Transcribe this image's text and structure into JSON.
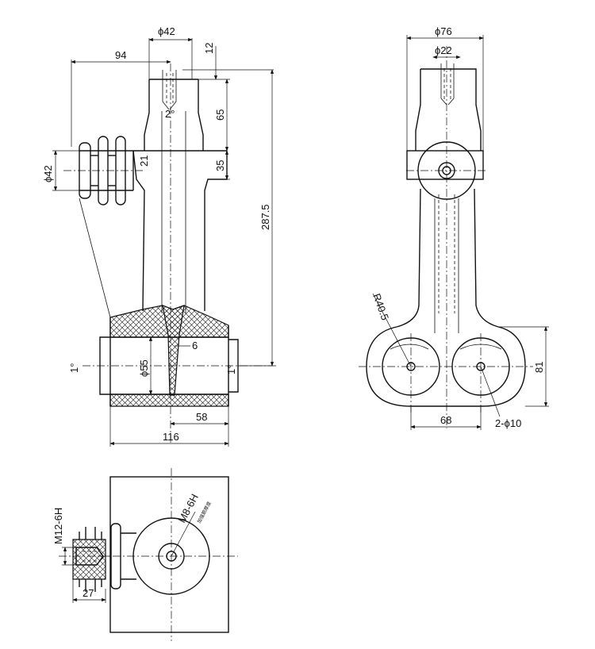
{
  "front_view": {
    "dims": {
      "top_dia": "ϕ42",
      "offset": "94",
      "thread_depth": "12",
      "draft": "2°",
      "upper_len": "65",
      "collar": "35",
      "fillet": "21",
      "total_len": "287.5",
      "side_dia": "ϕ42",
      "bore_dia": "ϕ55",
      "slot": "6",
      "taper_left": "1°",
      "taper_right": "1°",
      "half_width": "58",
      "width": "116"
    }
  },
  "side_view": {
    "dims": {
      "outer_dia": "ϕ76",
      "inner_dia": "ϕ22",
      "radius": "R40.5",
      "height": "81",
      "spacing": "68",
      "holes": "2-ϕ10"
    }
  },
  "bottom_view": {
    "dims": {
      "thread_left": "M12-6H",
      "thread_center": "M8-6H",
      "note": "加强筋厚度",
      "depth": "27"
    }
  }
}
